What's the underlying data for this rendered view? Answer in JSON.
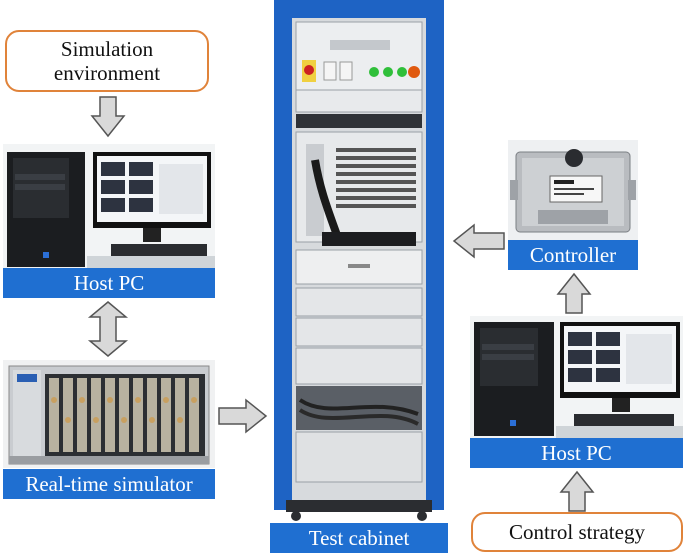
{
  "nodes": {
    "simulation_environment": "Simulation\nenvironment",
    "host_pc_left": "Host PC",
    "real_time_simulator": "Real-time simulator",
    "test_cabinet": "Test cabinet",
    "controller": "Controller",
    "host_pc_right": "Host PC",
    "control_strategy": "Control strategy"
  },
  "colors": {
    "label_blue": "#1f6fd1",
    "box_orange": "#e0833a",
    "arrow_fill": "#d9d9d9",
    "arrow_stroke": "#555555",
    "cabinet_blue": "#1e63c4"
  },
  "edges": [
    {
      "from": "simulation_environment",
      "to": "host_pc_left",
      "type": "arrow"
    },
    {
      "from": "host_pc_left",
      "to": "real_time_simulator",
      "type": "bidirectional"
    },
    {
      "from": "real_time_simulator",
      "to": "test_cabinet",
      "type": "arrow"
    },
    {
      "from": "control_strategy",
      "to": "host_pc_right",
      "type": "arrow"
    },
    {
      "from": "host_pc_right",
      "to": "controller",
      "type": "arrow"
    },
    {
      "from": "controller",
      "to": "test_cabinet",
      "type": "arrow"
    }
  ]
}
